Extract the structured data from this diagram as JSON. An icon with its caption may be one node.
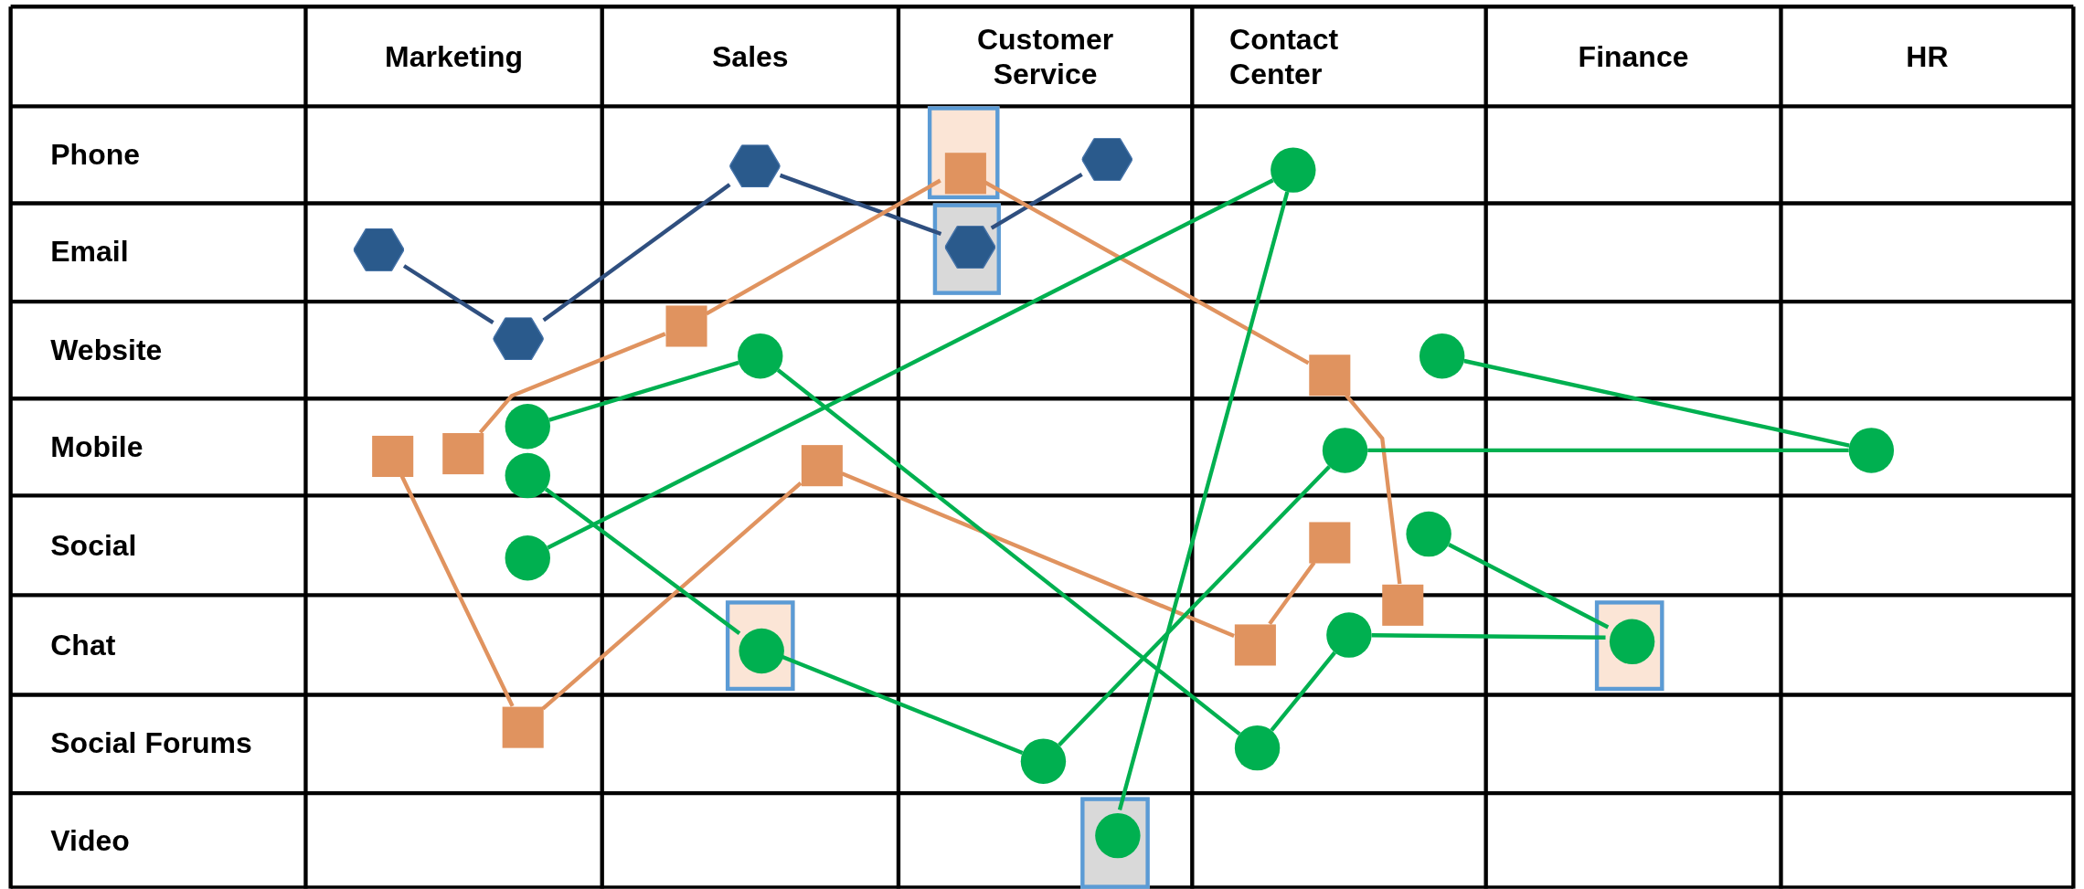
{
  "diagram": {
    "nodes": [
      {
        "text": [],
        "shape": "box"
      },
      {
        "text": [],
        "shape": "box"
      },
      {
        "text": [],
        "shape": "box"
      },
      {
        "text": [],
        "shape": "box"
      },
      {
        "text": [],
        "shape": "box"
      },
      {
        "text": [],
        "shape": "hexagon"
      },
      {
        "text": [],
        "shape": "hexagon"
      },
      {
        "text": [],
        "shape": "hexagon"
      },
      {
        "text": [],
        "shape": "hexagon",
        "in": 1
      },
      {
        "text": [],
        "shape": "hexagon"
      },
      {
        "text": [],
        "shape": "square"
      },
      {
        "text": [],
        "shape": "square"
      },
      {
        "text": [],
        "shape": "square"
      },
      {
        "text": [],
        "shape": "square",
        "in": 0
      },
      {
        "text": [],
        "shape": "square"
      },
      {
        "text": [],
        "shape": "square"
      },
      {
        "text": [],
        "shape": "square"
      },
      {
        "text": [],
        "shape": "square"
      },
      {
        "text": [],
        "shape": "square"
      },
      {
        "text": [],
        "shape": "square"
      },
      {
        "text": [],
        "shape": "circle"
      },
      {
        "text": [],
        "shape": "circle"
      },
      {
        "text": [],
        "shape": "circle"
      },
      {
        "text": [],
        "shape": "circle"
      },
      {
        "text": [],
        "shape": "circle"
      },
      {
        "text": [],
        "shape": "circle"
      },
      {
        "text": [],
        "shape": "circle"
      },
      {
        "text": [],
        "shape": "circle"
      },
      {
        "text": [],
        "shape": "circle"
      },
      {
        "text": [],
        "shape": "circle",
        "in": 2
      },
      {
        "text": [],
        "shape": "circle"
      },
      {
        "text": [],
        "shape": "circle",
        "in": 3
      },
      {
        "text": [],
        "shape": "circle"
      },
      {
        "text": [],
        "shape": "circle"
      },
      {
        "text": [],
        "shape": "circle",
        "in": 4
      }
    ],
    "edges": [
      {
        "from": 5,
        "to": 6,
        "arrow": "none",
        "color": "#2f4f7f"
      },
      {
        "from": 6,
        "to": 7,
        "arrow": "none",
        "color": "#2f4f7f"
      },
      {
        "from": 7,
        "to": 8,
        "arrow": "none",
        "color": "#2f4f7f"
      },
      {
        "from": 8,
        "to": 9,
        "arrow": "none",
        "color": "#2f4f7f"
      },
      {
        "from": 11,
        "to": 12,
        "arrow": "none",
        "color": "#e0935f"
      },
      {
        "from": 12,
        "to": 13,
        "arrow": "none",
        "color": "#e0935f"
      },
      {
        "from": 13,
        "to": 14,
        "arrow": "none",
        "color": "#e0935f"
      },
      {
        "from": 14,
        "to": 15,
        "arrow": "none",
        "color": "#e0935f"
      },
      {
        "from": 10,
        "to": 16,
        "arrow": "none",
        "color": "#e0935f"
      },
      {
        "from": 16,
        "to": 17,
        "arrow": "none",
        "color": "#e0935f"
      },
      {
        "from": 17,
        "to": 18,
        "arrow": "none",
        "color": "#e0935f"
      },
      {
        "from": 18,
        "to": 19,
        "arrow": "none",
        "color": "#e0935f"
      },
      {
        "from": 23,
        "to": 24,
        "arrow": "none"
      },
      {
        "from": 24,
        "to": 33,
        "arrow": "none"
      },
      {
        "from": 33,
        "to": 30,
        "arrow": "none"
      },
      {
        "from": 30,
        "to": 31,
        "arrow": "none"
      },
      {
        "from": 28,
        "to": 31,
        "arrow": "none"
      },
      {
        "from": 27,
        "to": 20,
        "arrow": "none"
      },
      {
        "from": 20,
        "to": 34,
        "arrow": "none"
      },
      {
        "from": 21,
        "to": 22,
        "arrow": "none"
      },
      {
        "from": 25,
        "to": 22,
        "arrow": "none"
      },
      {
        "from": 26,
        "to": 29,
        "arrow": "none"
      },
      {
        "from": 29,
        "to": 32,
        "arrow": "none"
      },
      {
        "from": 32,
        "to": 25,
        "arrow": "none"
      }
    ],
    "labels": [
      "Marketing",
      "Sales",
      "Customer Service",
      "Contact Center",
      "Finance",
      "HR",
      "Phone",
      "Email",
      "Website",
      "Mobile",
      "Social",
      "Chat",
      "Social Forums",
      "Video"
    ]
  }
}
